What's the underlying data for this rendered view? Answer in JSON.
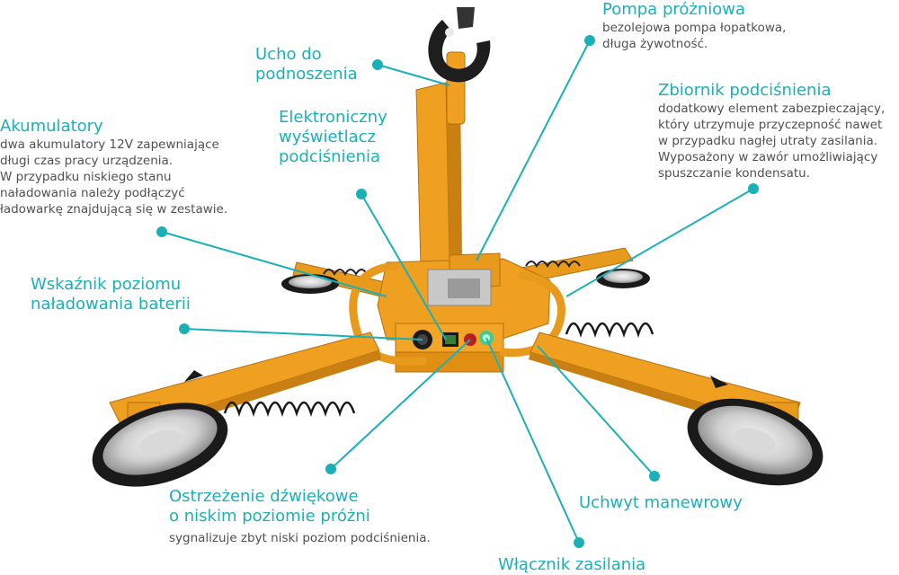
{
  "colors": {
    "accent": "#1bb0b6",
    "description_text": "#505050",
    "device_orange": "#f0a021",
    "suction_pad": "#1a1a1a",
    "hook": "#1e1e1e"
  },
  "callouts": {
    "hook": {
      "title": "Ucho do\npodnoszenia"
    },
    "pump": {
      "title": "Pompa próżniowa",
      "description": "bezolejowa pompa łopatkowa,\ndługa żywotność."
    },
    "tank": {
      "title": "Zbiornik podciśnienia",
      "description": "dodatkowy element zabezpieczający,\nktóry utrzymuje przyczepność nawet\nw przypadku nagłej utraty zasilania.\nWyposażony w zawór umożliwiający\nspuszczanie kondensatu."
    },
    "battery": {
      "title": "Akumulatory",
      "description": "dwa akumulatory 12V zapewniające\ndługi czas pracy urządzenia.\nW przypadku niskiego stanu\nnaładowania należy podłączyć\nładowarkę znajdującą się w zestawie."
    },
    "display": {
      "title": "Elektroniczny\nwyświetlacz\npodciśnienia"
    },
    "charge": {
      "title": "Wskaźnik poziomu\nnaładowania baterii"
    },
    "alarm": {
      "title": "Ostrzeżenie dźwiękowe\no niskim poziomie próżni",
      "description": "sygnalizuje zbyt niski poziom podciśnienia."
    },
    "handle": {
      "title": "Uchwyt manewrowy"
    },
    "power": {
      "title": "Włącznik zasilania"
    }
  }
}
